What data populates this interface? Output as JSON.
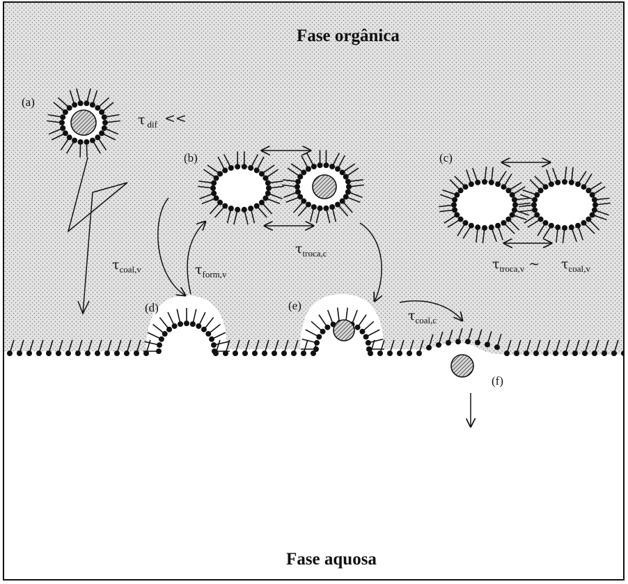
{
  "phases": {
    "organic": "Fase orgânica",
    "aqueous": "Fase aquosa"
  },
  "labels": {
    "a": "(a)",
    "b": "(b)",
    "c": "(c)",
    "d": "(d)",
    "e": "(e)",
    "f": "(f)"
  },
  "times": {
    "dif": {
      "symbol": "τ",
      "sub": "dif",
      "suffix": "<<"
    },
    "coal_v": {
      "symbol": "τ",
      "sub": "coal,v"
    },
    "form_v": {
      "symbol": "τ",
      "sub": "form,v"
    },
    "troca_c": {
      "symbol": "τ",
      "sub": "troca,c"
    },
    "troca_v": {
      "symbol": "τ",
      "sub": "troca,v",
      "mid": "~"
    },
    "coal_v2": {
      "symbol": "τ",
      "sub": "coal,v"
    },
    "coal_c": {
      "symbol": "τ",
      "sub": "coal,c"
    }
  },
  "colors": {
    "organic_bg": "#e7e7e7",
    "ink": "#111111",
    "aqueous_bg": "#ffffff"
  }
}
